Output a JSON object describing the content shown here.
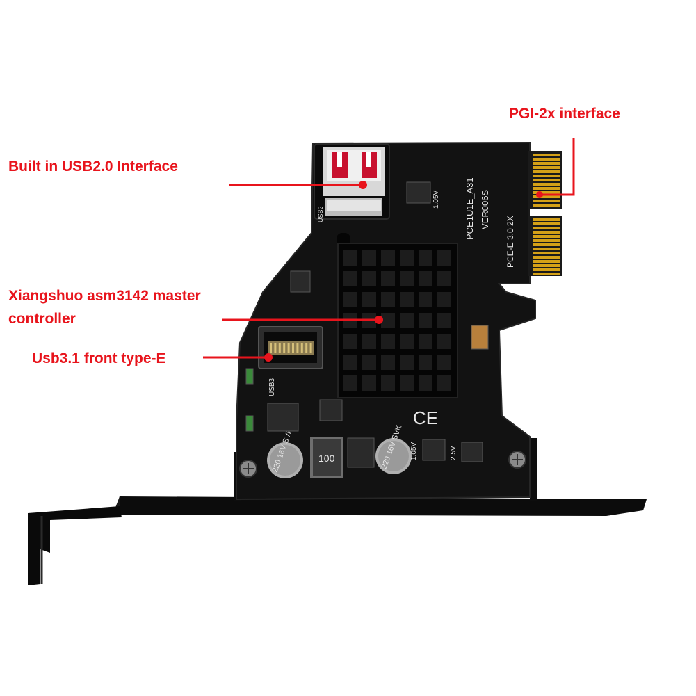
{
  "annotations": {
    "pcie": "PGI-2x interface",
    "usb2": "Built in USB2.0 Interface",
    "controller_line1": "Xiangshuo asm3142 master",
    "controller_line2": "controller",
    "front": "Usb3.1 front type-E"
  },
  "board_silkscreen": {
    "model": "PCE1U1E_A31",
    "version": "VER006S",
    "bus": "PCE-E 3.0 2X",
    "voltage_1": "1.05V",
    "voltage_2": "1.05V",
    "voltage_3": "2.5V",
    "usb_port_label": "USB3",
    "usb2_label": "USB2",
    "cap_1": "220 16V SVK",
    "cap_2": "220 16V SVK",
    "inductor": "100",
    "ce_mark": "CE"
  },
  "colors": {
    "annotation_text": "#e8141c",
    "leader_line": "#e8141c",
    "board": "#121212",
    "heatsink": "#050505",
    "gold_fingers": "#d4a017",
    "bracket": "#0c0c0c"
  }
}
